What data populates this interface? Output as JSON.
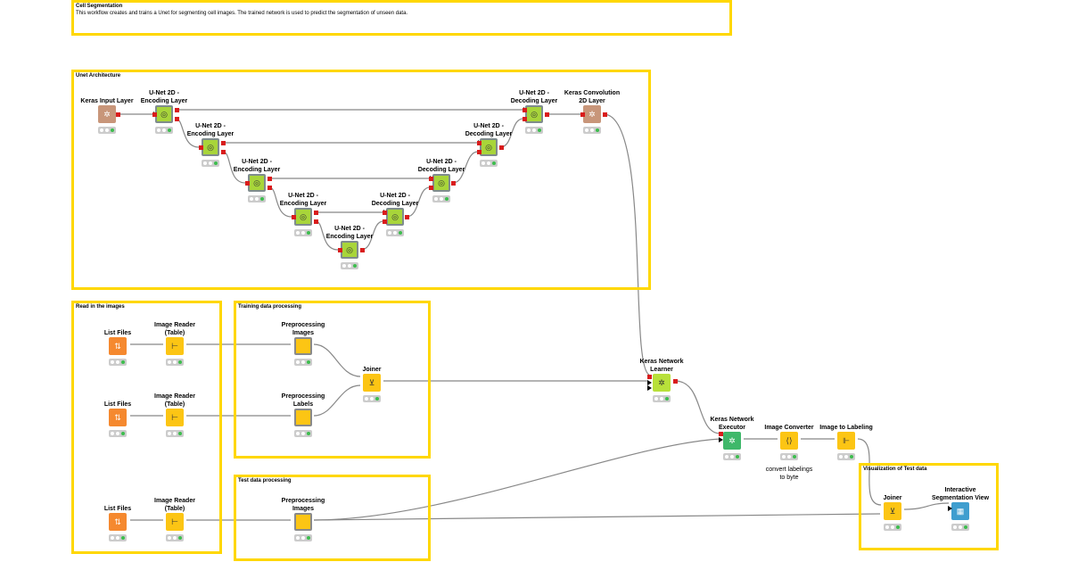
{
  "annotations": [
    {
      "id": "cell-seg",
      "title": "Cell Segmentation",
      "description": "This workflow creates and trains a Unet for segmenting cell images. The trained network is used to predict the segmentation of unseen data."
    },
    {
      "id": "unet",
      "title": "Unet Architecture",
      "description": ""
    },
    {
      "id": "read",
      "title": "Read in the images",
      "description": ""
    },
    {
      "id": "train",
      "title": "Training data processing",
      "description": ""
    },
    {
      "id": "test",
      "title": "Test data processing",
      "description": ""
    },
    {
      "id": "viz",
      "title": "Visualization of Test data",
      "description": ""
    }
  ],
  "colors": {
    "keras_brown": "#c8967a",
    "metanode_green": "#a8d53a",
    "source_orange": "#f5892f",
    "manipulator_yellow": "#fcc514",
    "learner_green": "#b8e03a",
    "predictor_green": "#3fb86a",
    "view_blue": "#3f9ecf",
    "port_red": "#d91c1c",
    "annotation_border": "#ffd700",
    "status_green": "#3dbd4e"
  },
  "nodes": [
    {
      "id": "keras-input",
      "label": "Keras Input Layer",
      "note": "",
      "icon": "keras-network-icon",
      "kind": "keras"
    },
    {
      "id": "enc1",
      "label": "U-Net 2D -\nEncoding Layer",
      "note": "",
      "icon": "metanode-icon",
      "kind": "meta"
    },
    {
      "id": "enc2",
      "label": "U-Net 2D -\nEncoding Layer",
      "note": "",
      "icon": "metanode-icon",
      "kind": "meta"
    },
    {
      "id": "enc3",
      "label": "U-Net 2D -\nEncoding Layer",
      "note": "",
      "icon": "metanode-icon",
      "kind": "meta"
    },
    {
      "id": "enc4",
      "label": "U-Net 2D -\nEncoding Layer",
      "note": "",
      "icon": "metanode-icon",
      "kind": "meta"
    },
    {
      "id": "enc5",
      "label": "U-Net 2D -\nEncoding Layer",
      "note": "",
      "icon": "metanode-icon",
      "kind": "meta"
    },
    {
      "id": "dec4",
      "label": "U-Net 2D -\nDecoding Layer",
      "note": "",
      "icon": "metanode-icon",
      "kind": "meta"
    },
    {
      "id": "dec3",
      "label": "U-Net 2D -\nDecoding Layer",
      "note": "",
      "icon": "metanode-icon",
      "kind": "meta"
    },
    {
      "id": "dec2",
      "label": "U-Net 2D -\nDecoding Layer",
      "note": "",
      "icon": "metanode-icon",
      "kind": "meta"
    },
    {
      "id": "dec1",
      "label": "U-Net 2D -\nDecoding Layer",
      "note": "",
      "icon": "metanode-icon",
      "kind": "meta"
    },
    {
      "id": "conv2d",
      "label": "Keras Convolution\n2D Layer",
      "note": "",
      "icon": "keras-network-icon",
      "kind": "keras"
    },
    {
      "id": "list1",
      "label": "List Files",
      "note": "",
      "icon": "list-files-icon",
      "kind": "source"
    },
    {
      "id": "reader1",
      "label": "Image Reader\n(Table)",
      "note": "",
      "icon": "image-reader-icon",
      "kind": "manip"
    },
    {
      "id": "list2",
      "label": "List Files",
      "note": "",
      "icon": "list-files-icon",
      "kind": "source"
    },
    {
      "id": "reader2",
      "label": "Image Reader\n(Table)",
      "note": "",
      "icon": "image-reader-icon",
      "kind": "manip"
    },
    {
      "id": "list3",
      "label": "List Files",
      "note": "",
      "icon": "list-files-icon",
      "kind": "source"
    },
    {
      "id": "reader3",
      "label": "Image Reader\n(Table)",
      "note": "",
      "icon": "image-reader-icon",
      "kind": "manip"
    },
    {
      "id": "prep-images",
      "label": "Preprocessing\nImages",
      "note": "",
      "icon": "component-icon",
      "kind": "component"
    },
    {
      "id": "prep-labels",
      "label": "Preprocessing\nLabels",
      "note": "",
      "icon": "component-icon",
      "kind": "component"
    },
    {
      "id": "joiner1",
      "label": "Joiner",
      "note": "",
      "icon": "joiner-icon",
      "kind": "manip"
    },
    {
      "id": "prep-test",
      "label": "Preprocessing\nImages",
      "note": "",
      "icon": "component-icon",
      "kind": "component"
    },
    {
      "id": "learner",
      "label": "Keras Network\nLearner",
      "note": "",
      "icon": "keras-learner-icon",
      "kind": "learner"
    },
    {
      "id": "executor",
      "label": "Keras Network\nExecutor",
      "note": "",
      "icon": "keras-executor-icon",
      "kind": "predictor"
    },
    {
      "id": "converter",
      "label": "Image Converter",
      "note": "convert labelings\nto byte",
      "icon": "image-converter-icon",
      "kind": "manip"
    },
    {
      "id": "img2lab",
      "label": "Image to Labeling",
      "note": "",
      "icon": "image-to-labeling-icon",
      "kind": "manip"
    },
    {
      "id": "joiner2",
      "label": "Joiner",
      "note": "",
      "icon": "joiner-icon",
      "kind": "manip"
    },
    {
      "id": "segview",
      "label": "Interactive\nSegmentation View",
      "note": "",
      "icon": "segmentation-view-icon",
      "kind": "view"
    }
  ]
}
